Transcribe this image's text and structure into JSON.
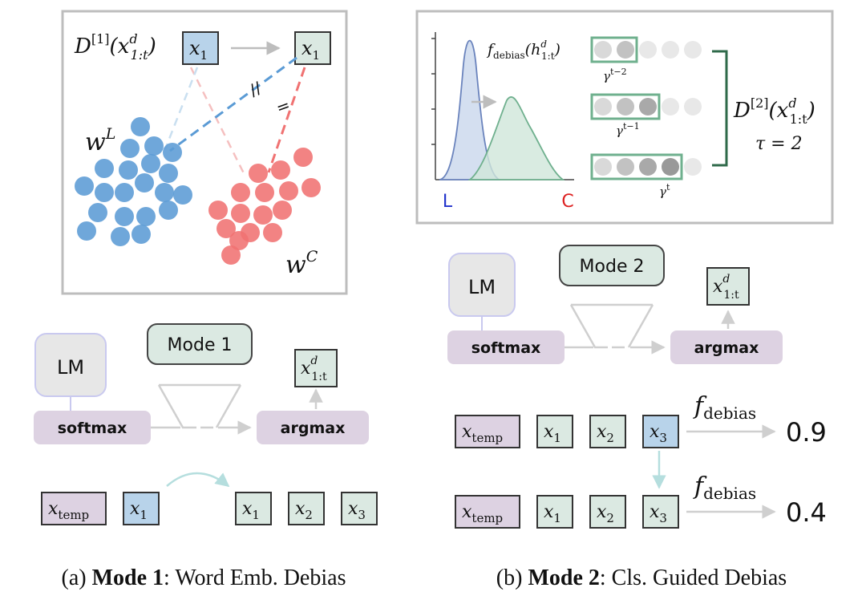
{
  "panel_a": {
    "d1_prefix": "D",
    "d1_sup": "[1]",
    "d1_arg": "(x",
    "d1_arg_sup": "d",
    "d1_arg_sub": "1:t",
    "d1_close": ")",
    "x1_var": "x",
    "x1_sub": "1",
    "wL_var": "w",
    "wL_sup": "L",
    "wC_var": "w",
    "wC_sup": "C",
    "lm_label": "LM",
    "mode_label": "Mode 1",
    "softmax_label": "softmax",
    "argmax_label": "argmax",
    "out_var": "x",
    "out_sup": "d",
    "out_sub": "1:t",
    "temp_var": "x",
    "temp_sub": "temp",
    "tokens": [
      {
        "var": "x",
        "sub": "1"
      },
      {
        "var": "x",
        "sub": "2"
      },
      {
        "var": "x",
        "sub": "3"
      }
    ],
    "caption_pre": "(a) ",
    "caption_bold": "Mode 1",
    "caption_post": ": Word Emb. Debias"
  },
  "panel_b": {
    "fdeb_var": "f",
    "fdeb_sub": "debias",
    "fdeb_arg": "(h",
    "fdeb_arg_sup": "d",
    "fdeb_arg_sub": "1:t",
    "fdeb_close": ")",
    "axis_left": "L",
    "axis_right": "C",
    "gammas": [
      {
        "var": "γ",
        "sup": "t−2"
      },
      {
        "var": "γ",
        "sup": "t−1"
      },
      {
        "var": "γ",
        "sup": "t"
      }
    ],
    "d2_prefix": "D",
    "d2_sup": "[2]",
    "d2_arg": "(x",
    "d2_arg_sup": "d",
    "d2_arg_sub": "1:t",
    "d2_close": ")",
    "tau_text": "τ = 2",
    "lm_label": "LM",
    "mode_label": "Mode 2",
    "softmax_label": "softmax",
    "argmax_label": "argmax",
    "out_var": "x",
    "out_sup": "d",
    "out_sub": "1:t",
    "rows": [
      {
        "temp_var": "x",
        "temp_sub": "temp",
        "tokens": [
          {
            "var": "x",
            "sub": "1"
          },
          {
            "var": "x",
            "sub": "2"
          },
          {
            "var": "x",
            "sub": "3"
          }
        ],
        "f_var": "f",
        "f_sub": "debias",
        "score": "0.9"
      },
      {
        "temp_var": "x",
        "temp_sub": "temp",
        "tokens": [
          {
            "var": "x",
            "sub": "1"
          },
          {
            "var": "x",
            "sub": "2"
          },
          {
            "var": "x",
            "sub": "3"
          }
        ],
        "f_var": "f",
        "f_sub": "debias",
        "score": "0.4"
      }
    ],
    "caption_pre": "(b) ",
    "caption_bold": "Mode 2",
    "caption_post": ": Cls. Guided Debias"
  },
  "colors": {
    "blue_dot": "#5b9bd5",
    "red_dot": "#f07272",
    "green_box": "#dbe9e2",
    "purple_box": "#ddd2e2",
    "blue_box": "#b8d3ea",
    "lm_fill": "#e7e7e7",
    "lm_stroke": "#c9c9ef",
    "panel_border": "#bdbdbd",
    "bracket": "#2f6a4a"
  }
}
